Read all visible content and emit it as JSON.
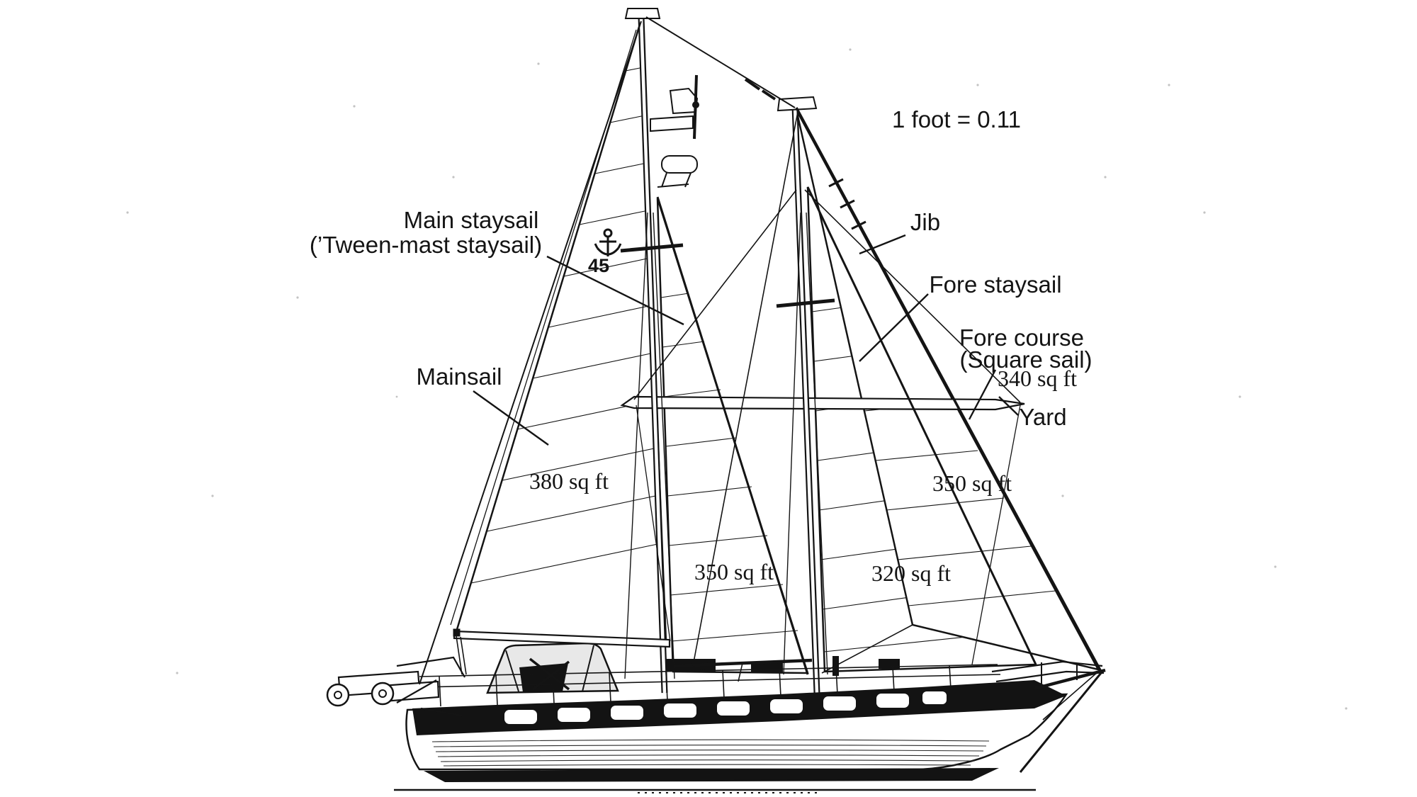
{
  "diagram": {
    "scale_note": "1 foot = 0.11",
    "insignia": "45",
    "labels": {
      "main_staysail_1": "Main staysail",
      "main_staysail_2": "(’Tween-mast staysail)",
      "mainsail": "Mainsail",
      "jib": "Jib",
      "fore_staysail": "Fore staysail",
      "fore_course_1": "Fore course",
      "fore_course_2": "(Square sail)",
      "yard": "Yard"
    },
    "areas": {
      "mainsail": "380 sq ft",
      "main_staysail": "350 sq ft",
      "jib": "350 sq ft",
      "fore_staysail": "320 sq ft",
      "fore_course": "340 sq ft"
    }
  }
}
